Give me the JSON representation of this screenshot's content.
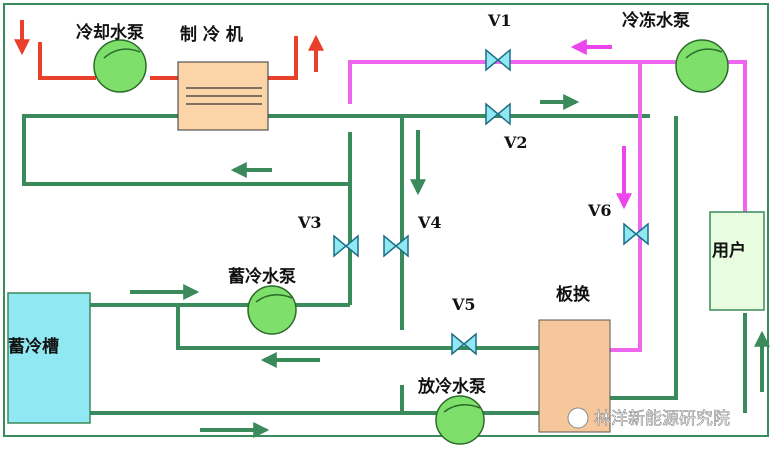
{
  "labels": {
    "cooling_pump": "冷却水泵",
    "chiller": "制 冷 机",
    "v1": "V1",
    "chilled_pump": "冷冻水泵",
    "v2": "V2",
    "v6": "V6",
    "v3": "V3",
    "v4": "V4",
    "user": "用户",
    "storage_pump": "蓄冷水泵",
    "storage_tank": "蓄冷槽",
    "v5": "V5",
    "plate_exchanger": "板换",
    "discharge_pump": "放冷水泵"
  },
  "watermark": "林洋新能源研究院",
  "colors": {
    "green_pipe": "#3a8a5c",
    "magenta_pipe": "#ee66ee",
    "red_pipe": "#e8402a",
    "pump": "#7ee06a",
    "valve": "#8fe8f2",
    "chiller": "#fbd4a8",
    "user": "#e8fde0",
    "tank": "#8fe8f2",
    "exchanger": "#f6c79a"
  }
}
